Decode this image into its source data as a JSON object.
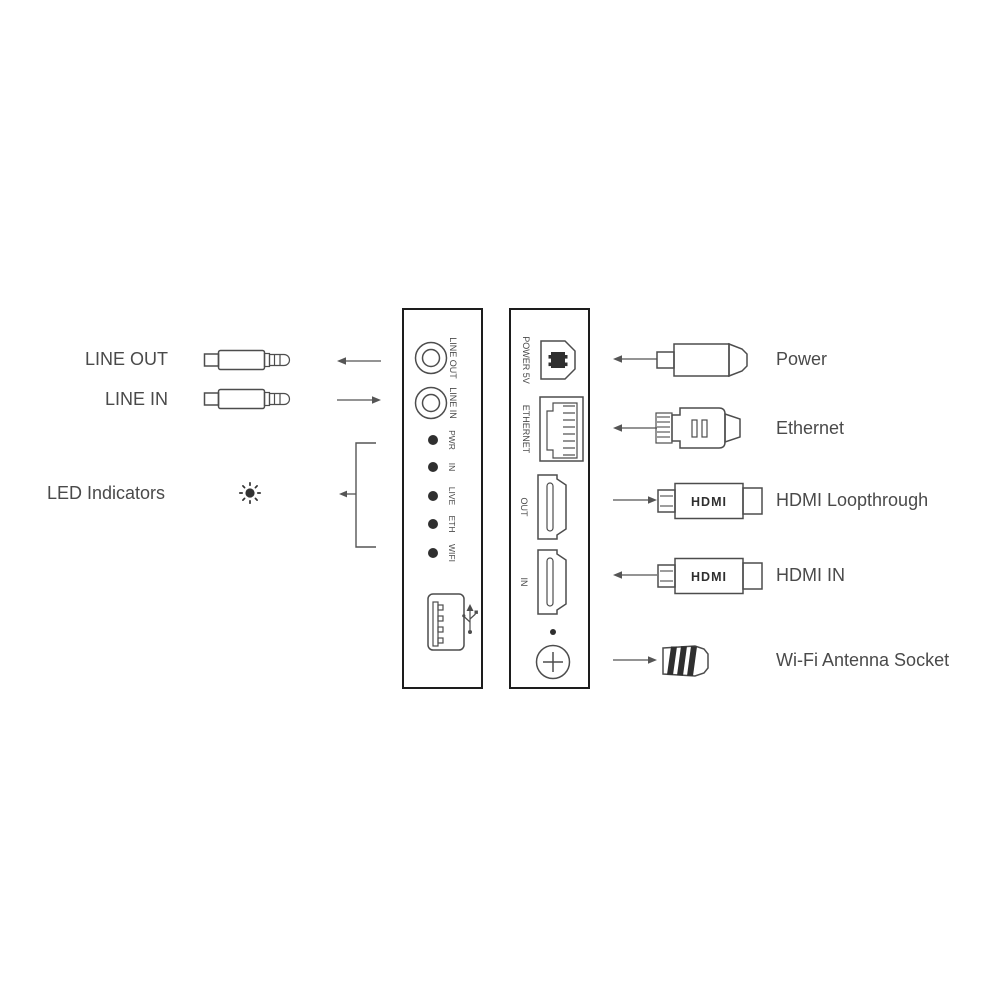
{
  "left_annotations": {
    "line_out": "LINE OUT",
    "line_in": "LINE IN",
    "led_indicators": "LED Indicators"
  },
  "front_panel": {
    "line_out": "LINE OUT",
    "line_in": "LINE IN",
    "leds": [
      "PWR",
      "IN",
      "LIVE",
      "ETH",
      "WIFI"
    ]
  },
  "rear_panel": {
    "power": "POWER 5V",
    "ethernet": "ETHERNET",
    "hdmi_out": "OUT",
    "hdmi_in": "IN"
  },
  "connector_labels": {
    "power": "Power",
    "ethernet": "Ethernet",
    "hdmi_loopthrough": "HDMI Loopthrough",
    "hdmi_in": "HDMI IN",
    "wifi_antenna": "Wi-Fi Antenna Socket"
  },
  "hdmi_plug_text": "HDMI",
  "colors": {
    "text": "#4a4a4a",
    "line": "#555555",
    "panel_border": "#1d1d1d",
    "icon_stroke": "#4d4d4d",
    "led_fill": "#2f2f2f",
    "background": "#ffffff"
  }
}
